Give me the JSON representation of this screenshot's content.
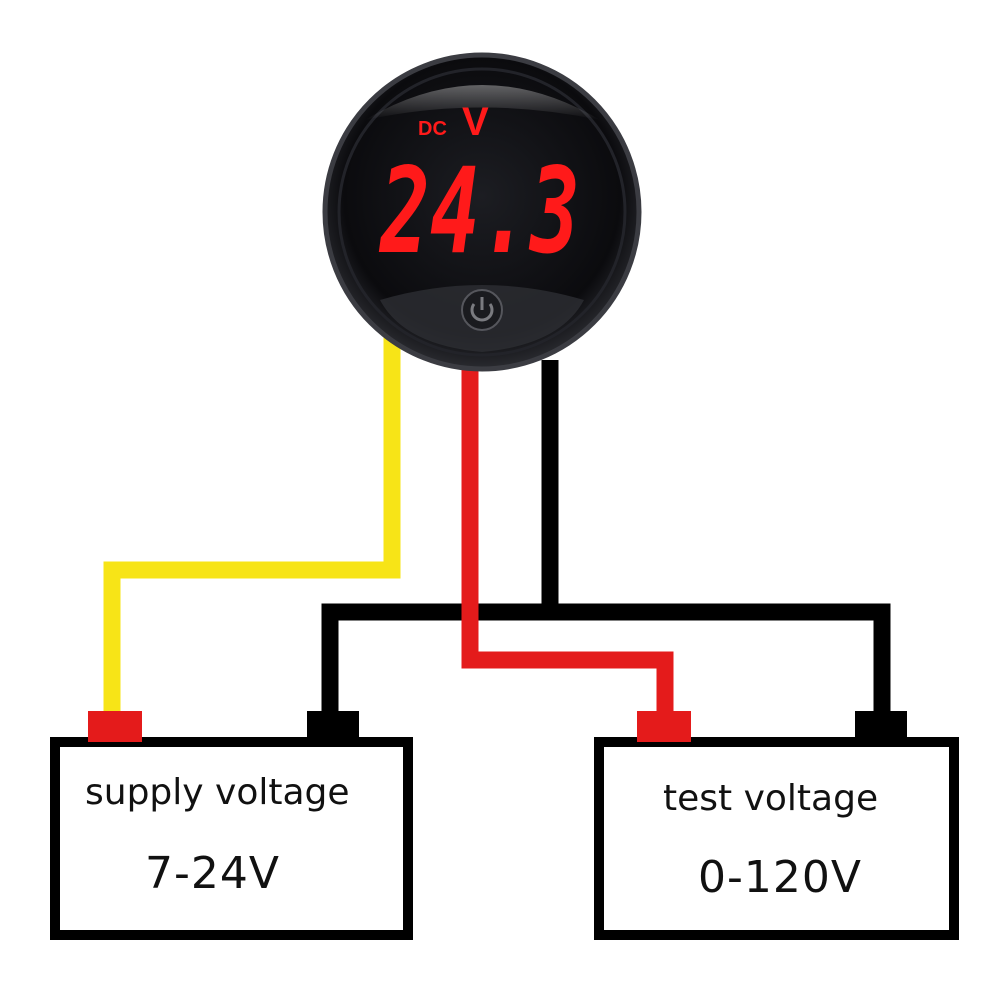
{
  "meter": {
    "unit_prefix": "DC",
    "unit": "V",
    "reading": "24.3",
    "digit_color": "#ff1a1a",
    "housing_color": "#0c0c0e"
  },
  "wires": {
    "supply_color": "#f7e417",
    "positive_color": "#e41b1b",
    "ground_color": "#000000"
  },
  "supply_box": {
    "title": "supply voltage",
    "value": "7-24V"
  },
  "test_box": {
    "title": "test voltage",
    "value": "0-120V"
  }
}
